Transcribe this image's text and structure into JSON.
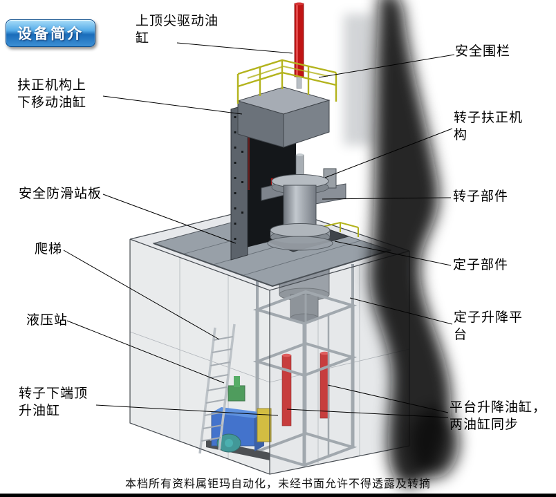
{
  "badge": {
    "label": "设备简介"
  },
  "labels": {
    "top_tip_cylinder": "上顶尖驱动油\n缸",
    "safety_fence": "安全围栏",
    "centering_updown_cylinder": "扶正机构上\n下移动油缸",
    "rotor_centering_mechanism": "转子扶正机\n构",
    "antislip_board": "安全防滑站板",
    "rotor_part": "转子部件",
    "ladder": "爬梯",
    "stator_part": "定子部件",
    "hydraulic_station": "液压站",
    "stator_lift_platform": "定子升降平\n台",
    "rotor_jack_cylinder": "转子下端顶\n升油缸",
    "platform_lift_cylinders": "平台升降油缸，\n两油缸同步"
  },
  "footer": {
    "text": "本档所有资料属钜玛自动化，未经书面允许不得透露及转摘"
  },
  "colors": {
    "badge_blue": "#1a6cba",
    "cylinder_red": "#c01414",
    "railing_yellow": "#b3b31c",
    "hydraulic_blue": "#1e59c9",
    "pump_teal": "#1d8888",
    "frame_gray": "#949ba3"
  }
}
